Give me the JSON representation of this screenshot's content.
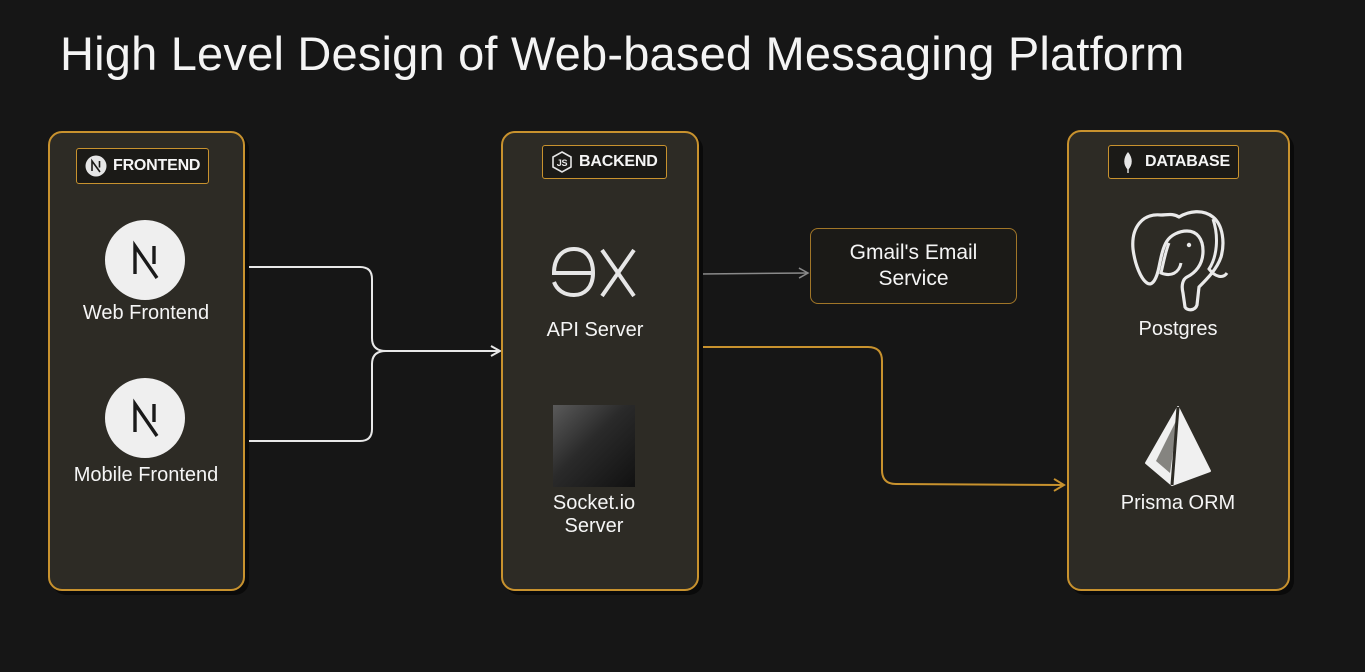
{
  "title": "High Level Design of Web-based Messaging Platform",
  "frontend": {
    "badge": "FRONTEND",
    "badge_icon": "nextjs-icon",
    "items": [
      {
        "label": "Web Frontend",
        "icon": "nextjs-logo-icon"
      },
      {
        "label": "Mobile Frontend",
        "icon": "nextjs-logo-icon"
      }
    ]
  },
  "backend": {
    "badge": "BACKEND",
    "badge_icon": "nodejs-icon",
    "items": [
      {
        "label": "API Server",
        "icon": "express-logo-icon"
      },
      {
        "label": "Socket.io",
        "label2": "Server",
        "icon": "socketio-logo-icon"
      }
    ]
  },
  "email": {
    "line1": "Gmail's Email",
    "line2": "Service"
  },
  "database": {
    "badge": "DATABASE",
    "badge_icon": "mongodb-leaf-icon",
    "items": [
      {
        "label": "Postgres",
        "icon": "postgres-elephant-icon"
      },
      {
        "label": "Prisma ORM",
        "icon": "prisma-icon"
      }
    ]
  },
  "colors": {
    "accent": "#c8922e",
    "panel": "#2d2b25",
    "background": "#161616",
    "wire": "#e8e8e8"
  }
}
